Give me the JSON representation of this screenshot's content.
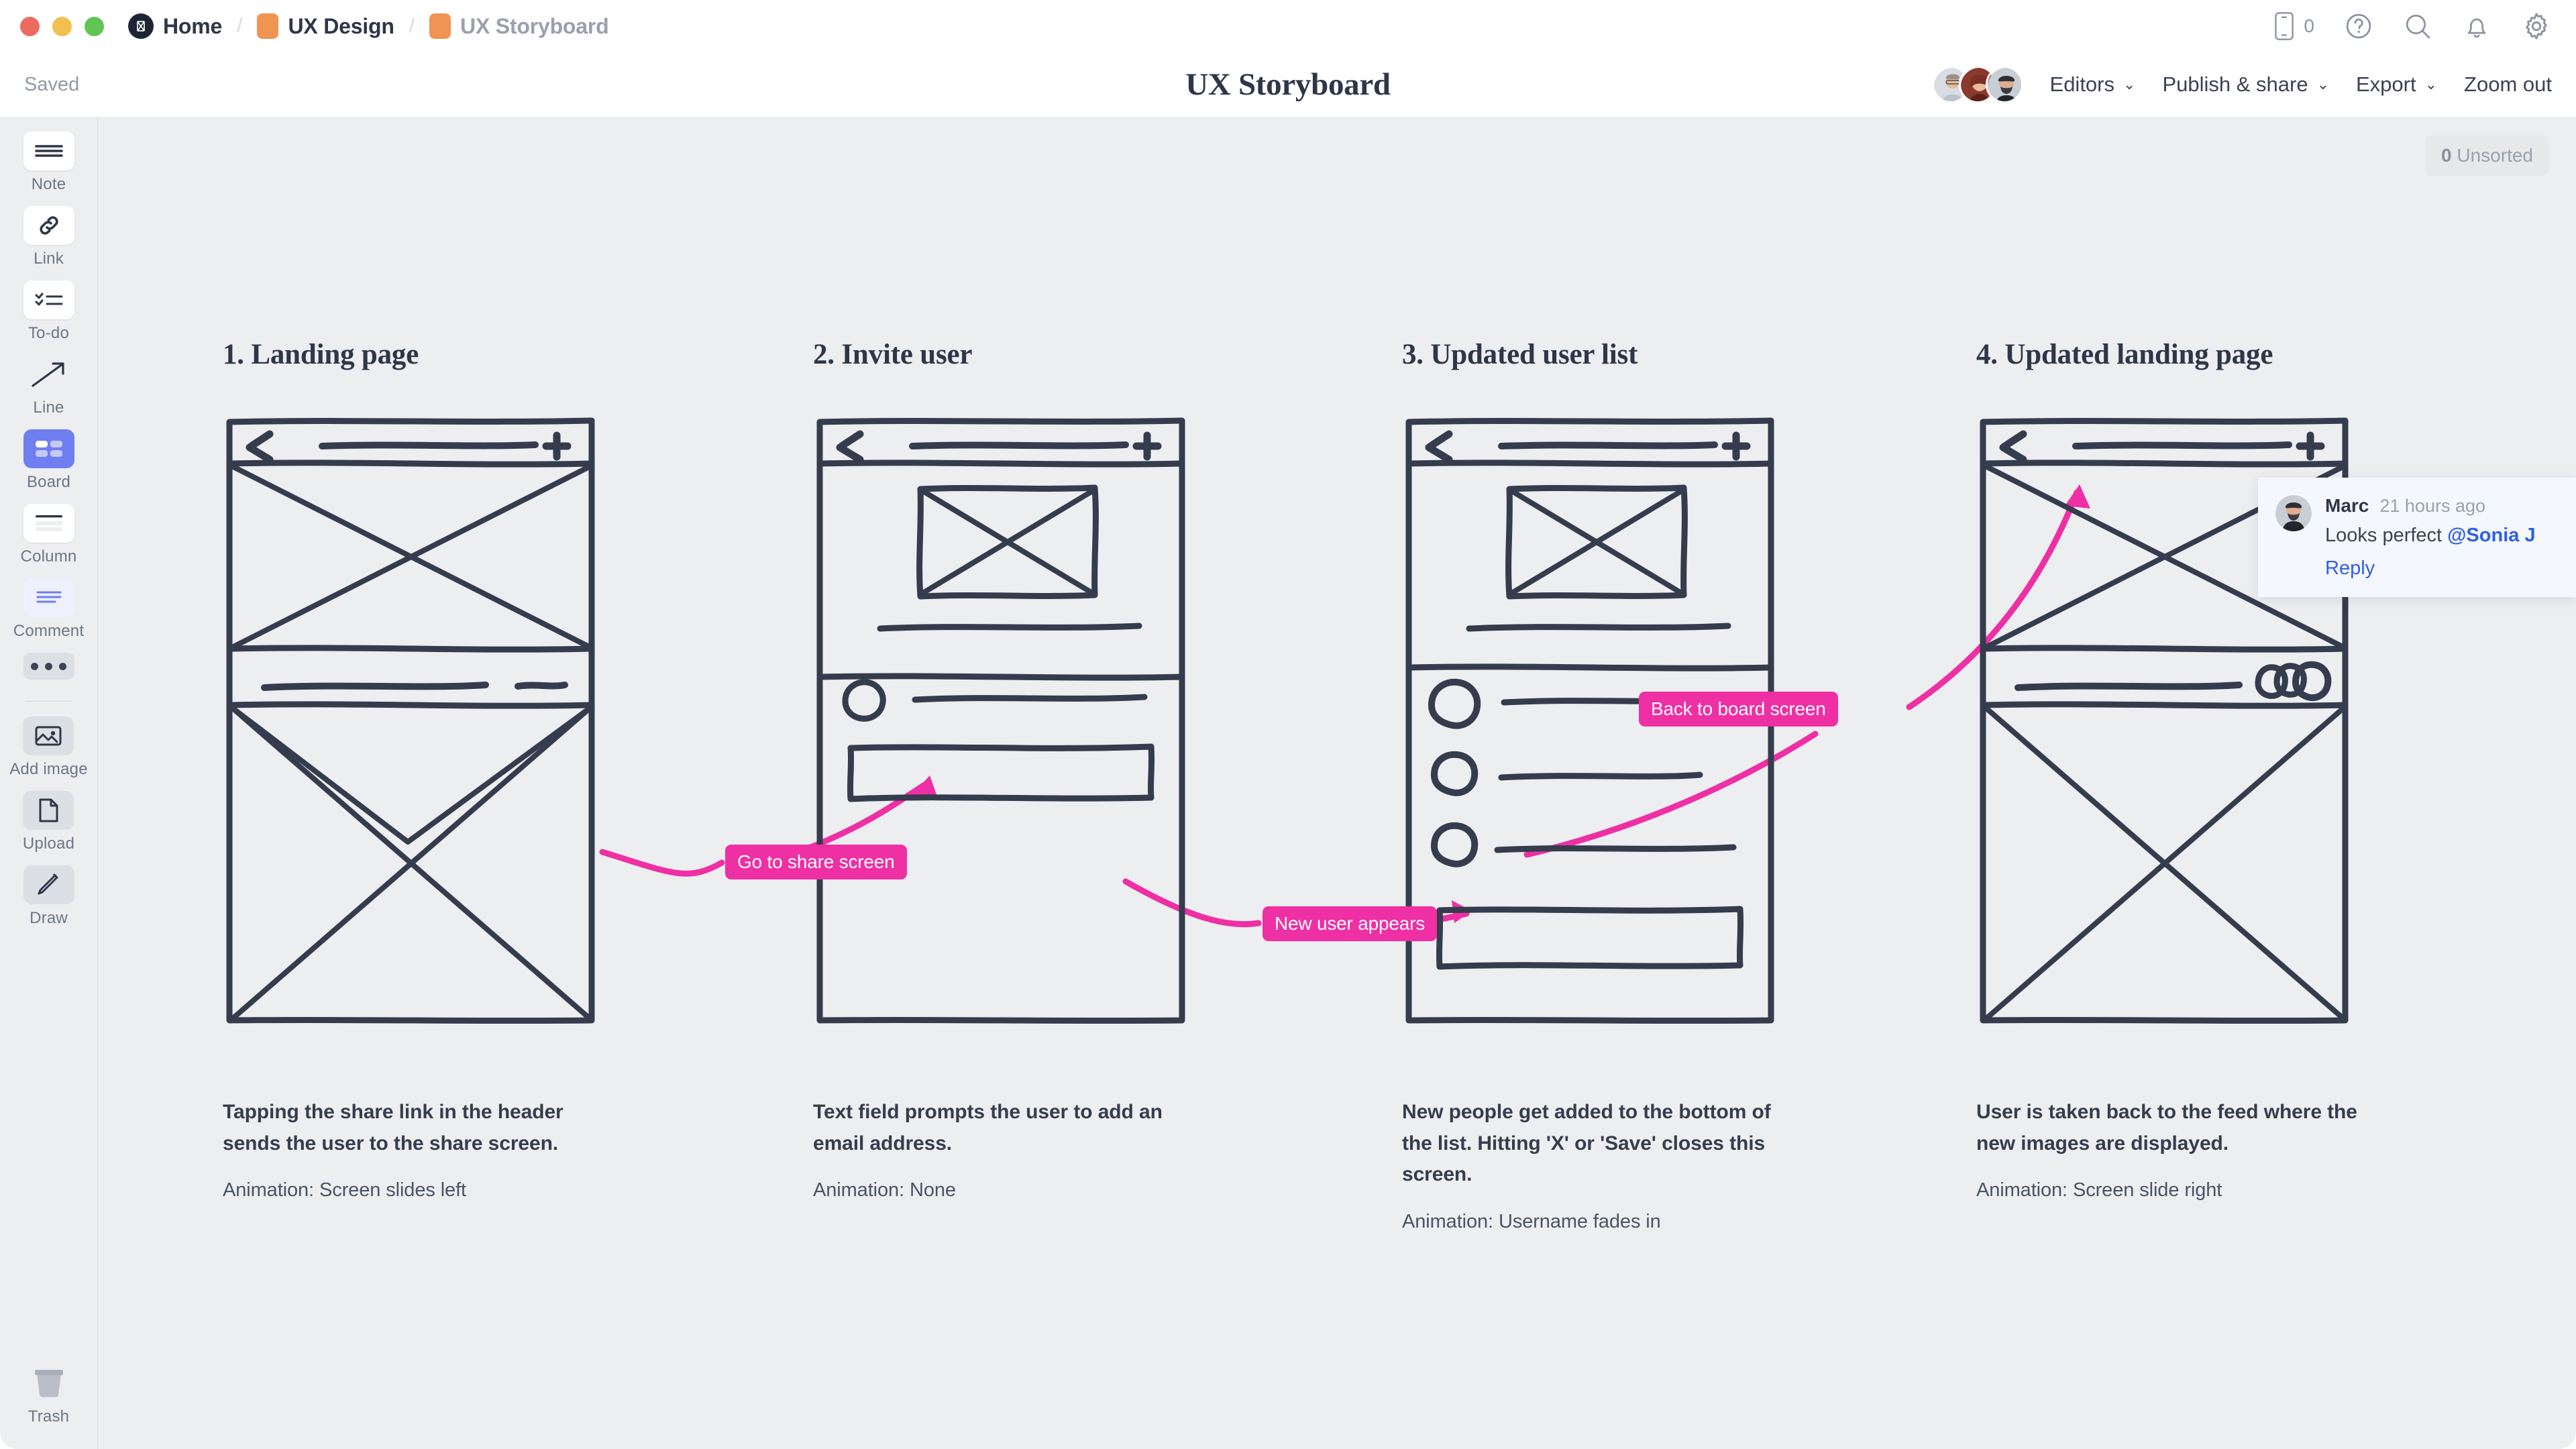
{
  "titlebar": {
    "breadcrumbs": [
      {
        "label": "Home",
        "icon": "milanote-logo-icon",
        "muted": false
      },
      {
        "label": "UX Design",
        "icon": "folder-swatch-icon",
        "muted": false
      },
      {
        "label": "UX Storyboard",
        "icon": "folder-swatch-icon",
        "muted": true
      }
    ],
    "separator": "/",
    "icons": [
      {
        "name": "mobile-device-icon",
        "count": "0"
      },
      {
        "name": "help-icon"
      },
      {
        "name": "search-icon"
      },
      {
        "name": "notifications-bell-icon"
      },
      {
        "name": "settings-gear-icon"
      }
    ]
  },
  "toolbar": {
    "saved_label": "Saved",
    "board_title": "UX Storyboard",
    "editors_label": "Editors",
    "publish_label": "Publish & share",
    "export_label": "Export",
    "zoom_out_label": "Zoom out",
    "chevron": "⌄"
  },
  "sidebar": {
    "items": [
      {
        "label": "Note",
        "icon": "note-icon",
        "style": "white"
      },
      {
        "label": "Link",
        "icon": "link-icon",
        "style": "white"
      },
      {
        "label": "To-do",
        "icon": "todo-icon",
        "style": "white"
      },
      {
        "label": "Line",
        "icon": "line-arrow-icon",
        "style": "plain"
      },
      {
        "label": "Board",
        "icon": "board-icon",
        "style": "active"
      },
      {
        "label": "Column",
        "icon": "column-icon",
        "style": "white"
      },
      {
        "label": "Comment",
        "icon": "comment-icon",
        "style": "lavender"
      }
    ],
    "more_label": "more-options",
    "media": [
      {
        "label": "Add image",
        "icon": "add-image-icon",
        "style": "grey"
      },
      {
        "label": "Upload",
        "icon": "upload-file-icon",
        "style": "grey"
      },
      {
        "label": "Draw",
        "icon": "draw-pencil-icon",
        "style": "grey"
      }
    ],
    "trash_label": "Trash",
    "trash_icon": "trash-icon"
  },
  "canvas": {
    "unsorted_count": "0",
    "unsorted_label": "Unsorted",
    "cards": [
      {
        "title": "1. Landing page",
        "description": "Tapping the share link in the header sends the user to the share screen.",
        "animation": "Animation: Screen slides left"
      },
      {
        "title": "2. Invite user",
        "description": "Text field prompts the user to add an email address.",
        "animation": "Animation: None"
      },
      {
        "title": "3. Updated user list",
        "description": "New people get added to the bottom of the list. Hitting 'X' or 'Save' closes this screen.",
        "animation": "Animation: Username fades in"
      },
      {
        "title": "4. Updated landing page",
        "description": "User is taken back to the feed where the new images are displayed.",
        "animation": "Animation: Screen slide right"
      }
    ],
    "connectors": [
      {
        "label": "Go to share screen"
      },
      {
        "label": "New user appears"
      },
      {
        "label": "Back to board screen"
      }
    ]
  },
  "comment": {
    "author": "Marc",
    "time": "21 hours ago",
    "text_prefix": "Looks perfect ",
    "mention": "@Sonia J",
    "reply_label": "Reply"
  },
  "colors": {
    "accent_pink": "#ef2fa4",
    "ink": "#343c4d",
    "canvas_bg": "#eceef0",
    "board_active": "#6f7ef0",
    "link_blue": "#2f5fe8"
  }
}
